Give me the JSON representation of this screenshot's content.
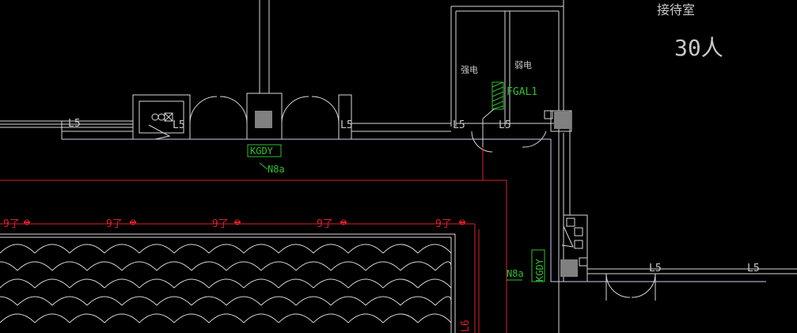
{
  "room": {
    "name": "接待室",
    "capacity": "30人"
  },
  "closet_labels": {
    "left": "强电",
    "right": "弱电"
  },
  "panel_label": "FGAL1",
  "line_labels": {
    "l5": "L5",
    "l6": "L6",
    "n8a": "N8a",
    "light_tag": "9了"
  },
  "equipment_tags": {
    "kgdy": "KGDY"
  },
  "colors": {
    "background": "#000000",
    "wall": "#d8d8d8",
    "duct": "#c8cff0",
    "red": "#e0202a",
    "green": "#30c030",
    "text": "#c8c8c8"
  }
}
